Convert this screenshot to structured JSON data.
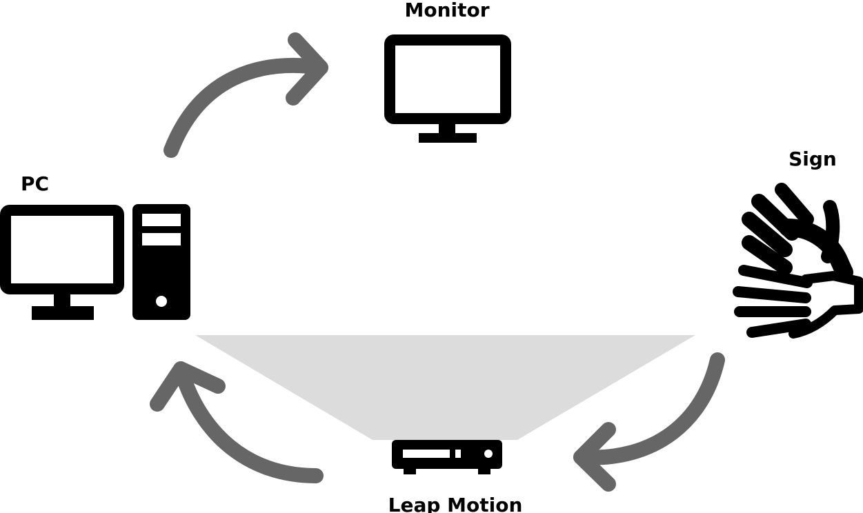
{
  "labels": {
    "monitor": "Monitor",
    "pc": "PC",
    "sign": "Sign",
    "leap_motion": "Leap Motion"
  },
  "colors": {
    "icon": "#000000",
    "arrow": "#666666",
    "sensor_field": "#dcdcdc",
    "background": "#ffffff"
  },
  "icons": {
    "monitor": "monitor-icon",
    "pc": "desktop-computer-icon",
    "sign": "sign-language-hands-icon",
    "leap_motion": "leap-motion-sensor-icon"
  }
}
